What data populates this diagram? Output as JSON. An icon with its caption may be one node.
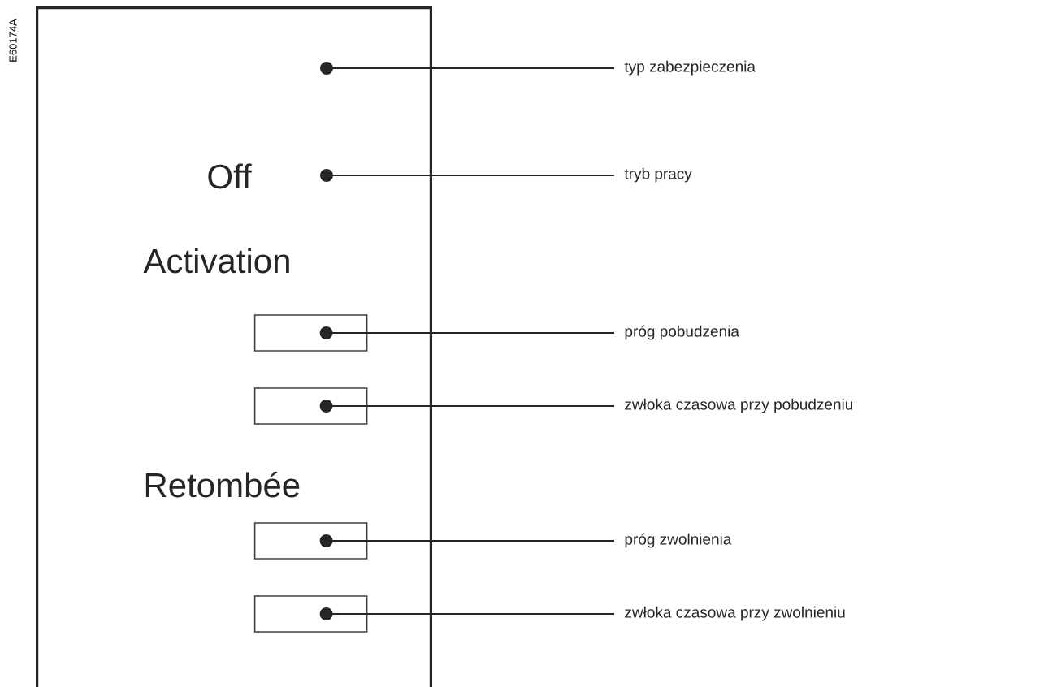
{
  "diagram": {
    "nodes": [
      {
        "text": [],
        "shape": "box"
      },
      {
        "text": [],
        "shape": "box",
        "in": 0
      },
      {
        "text": [],
        "shape": "box",
        "in": 0
      },
      {
        "text": [],
        "shape": "box",
        "in": 0
      },
      {
        "text": [],
        "shape": "box",
        "in": 0
      },
      {
        "text": [
          "typ zabezpieczenia"
        ]
      },
      {
        "text": [
          "tryb pracy"
        ]
      },
      {
        "text": [
          "próg pobudzenia"
        ]
      },
      {
        "text": [
          "zwłoka czasowa przy pobudzeniu"
        ]
      },
      {
        "text": [
          "próg zwolnienia"
        ]
      },
      {
        "text": [
          "zwłoka czasowa przy zwolnieniu"
        ]
      }
    ],
    "edges": [
      {
        "from": 5,
        "to": null,
        "arrow": "other"
      },
      {
        "from": 6,
        "to": null,
        "arrow": "other"
      },
      {
        "from": 7,
        "to": 1,
        "arrow": "other"
      },
      {
        "from": 8,
        "to": 2,
        "arrow": "other"
      },
      {
        "from": 9,
        "to": 3,
        "arrow": "other"
      },
      {
        "from": 10,
        "to": 4,
        "arrow": "other"
      }
    ],
    "labels": [
      "E60174A",
      "Off",
      "Activation",
      "Retombée"
    ]
  }
}
